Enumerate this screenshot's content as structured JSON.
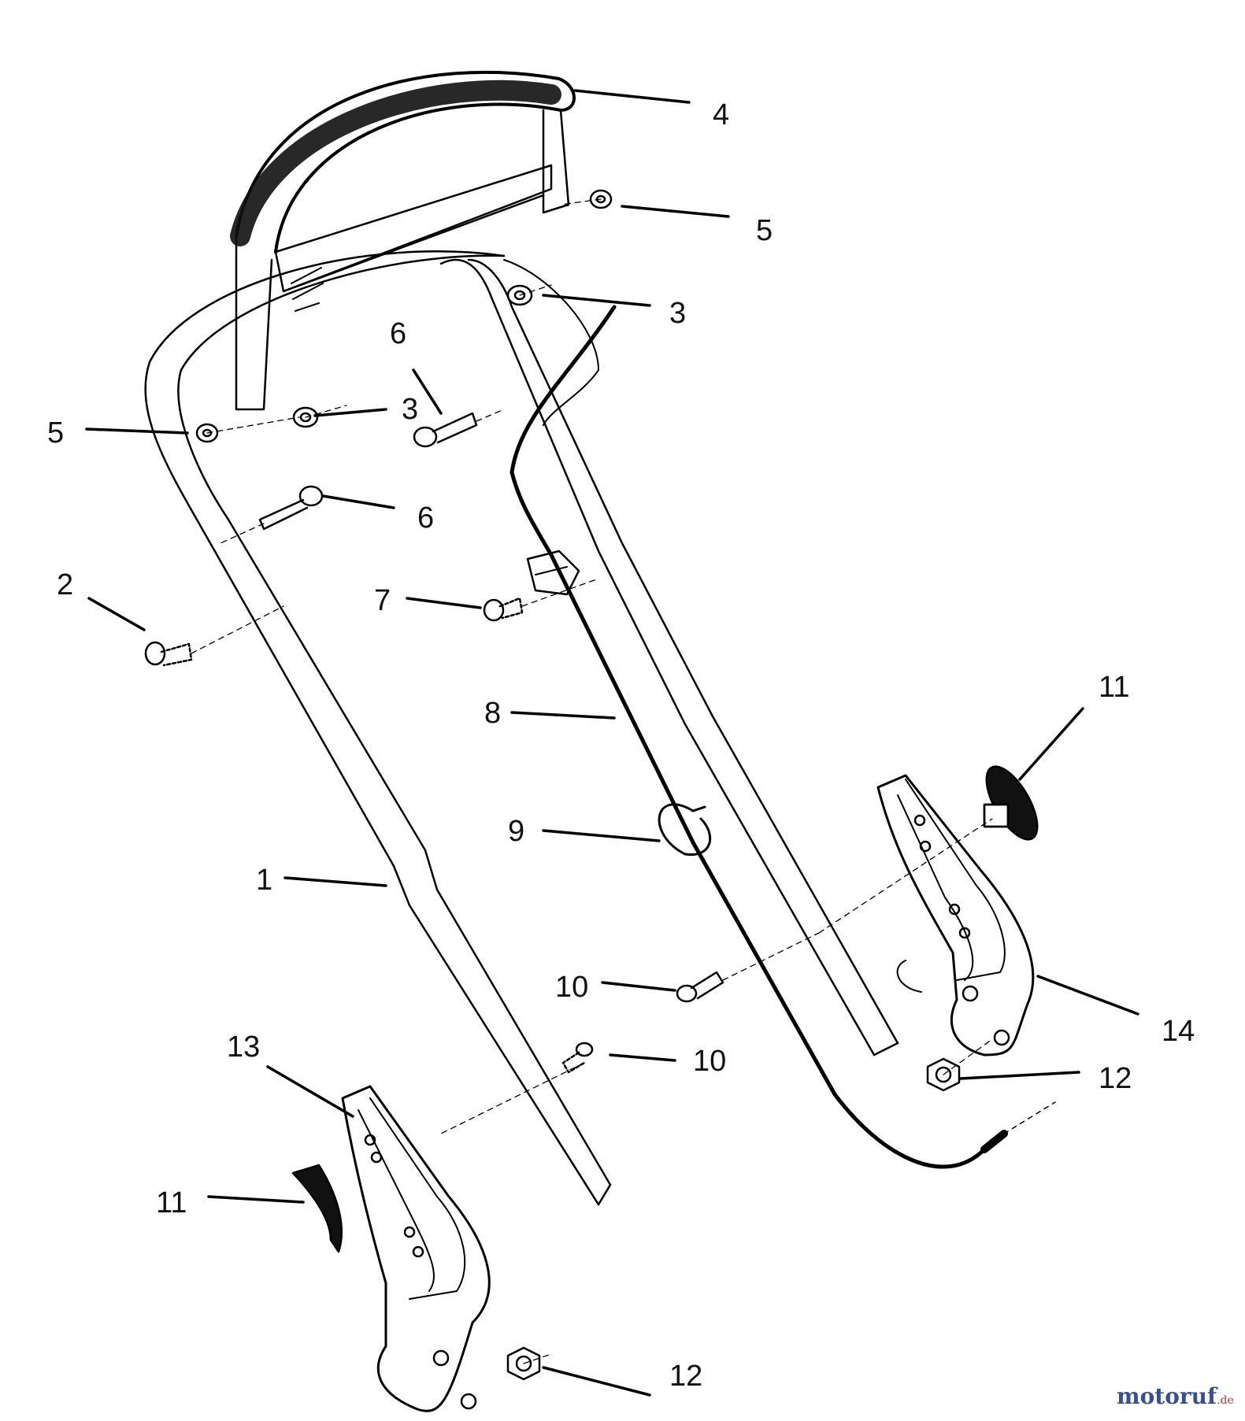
{
  "diagram": {
    "callouts": [
      {
        "id": "c4",
        "label": "4"
      },
      {
        "id": "c5a",
        "label": "5"
      },
      {
        "id": "c3a",
        "label": "3"
      },
      {
        "id": "c6a",
        "label": "6"
      },
      {
        "id": "c5b",
        "label": "5"
      },
      {
        "id": "c3b",
        "label": "3"
      },
      {
        "id": "c6b",
        "label": "6"
      },
      {
        "id": "c2",
        "label": "2"
      },
      {
        "id": "c7",
        "label": "7"
      },
      {
        "id": "c8",
        "label": "8"
      },
      {
        "id": "c11a",
        "label": "11"
      },
      {
        "id": "c9",
        "label": "9"
      },
      {
        "id": "c1",
        "label": "1"
      },
      {
        "id": "c10a",
        "label": "10"
      },
      {
        "id": "c14",
        "label": "14"
      },
      {
        "id": "c13",
        "label": "13"
      },
      {
        "id": "c10b",
        "label": "10"
      },
      {
        "id": "c12a",
        "label": "12"
      },
      {
        "id": "c11b",
        "label": "11"
      },
      {
        "id": "c12b",
        "label": "12"
      }
    ]
  },
  "watermark": {
    "main": "motoruf",
    "tld": ".de",
    "color_main": "#3a4f8f",
    "color_tld": "#c03030"
  }
}
